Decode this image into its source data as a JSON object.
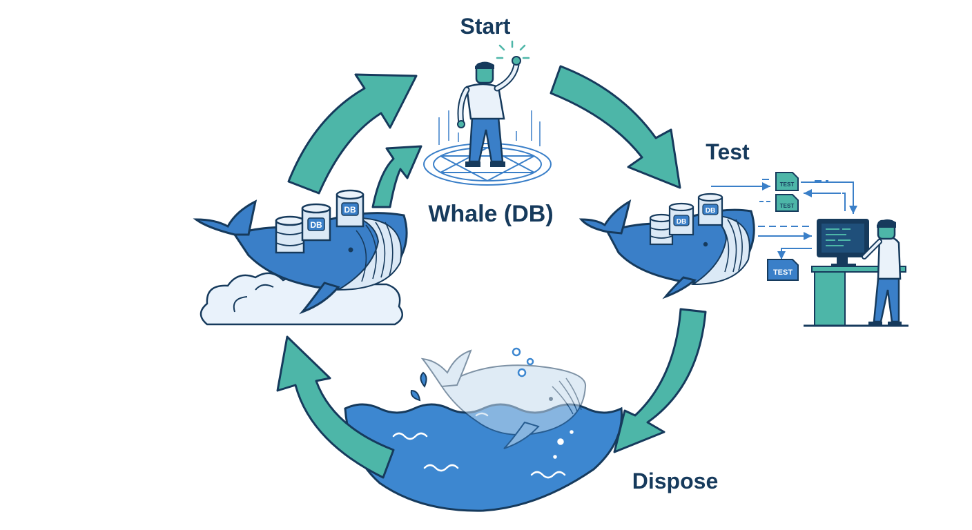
{
  "labels": {
    "start": "Start",
    "test": "Test",
    "whale_db": "Whale (DB)",
    "dispose": "Dispose"
  },
  "db_tag": "DB",
  "test_tag": "TEST",
  "colors": {
    "navy": "#163a5c",
    "teal": "#4db6a8",
    "blue": "#3a7fc8",
    "light_blue": "#dbe9f6",
    "water": "#3d87d0",
    "pale": "#e9f2fb"
  },
  "icons": [
    "whale-icon",
    "database-icon",
    "person-icon",
    "magic-circle-icon",
    "cloud-icon",
    "computer-icon",
    "test-file-icon",
    "water-icon",
    "cycle-arrow-icon"
  ]
}
